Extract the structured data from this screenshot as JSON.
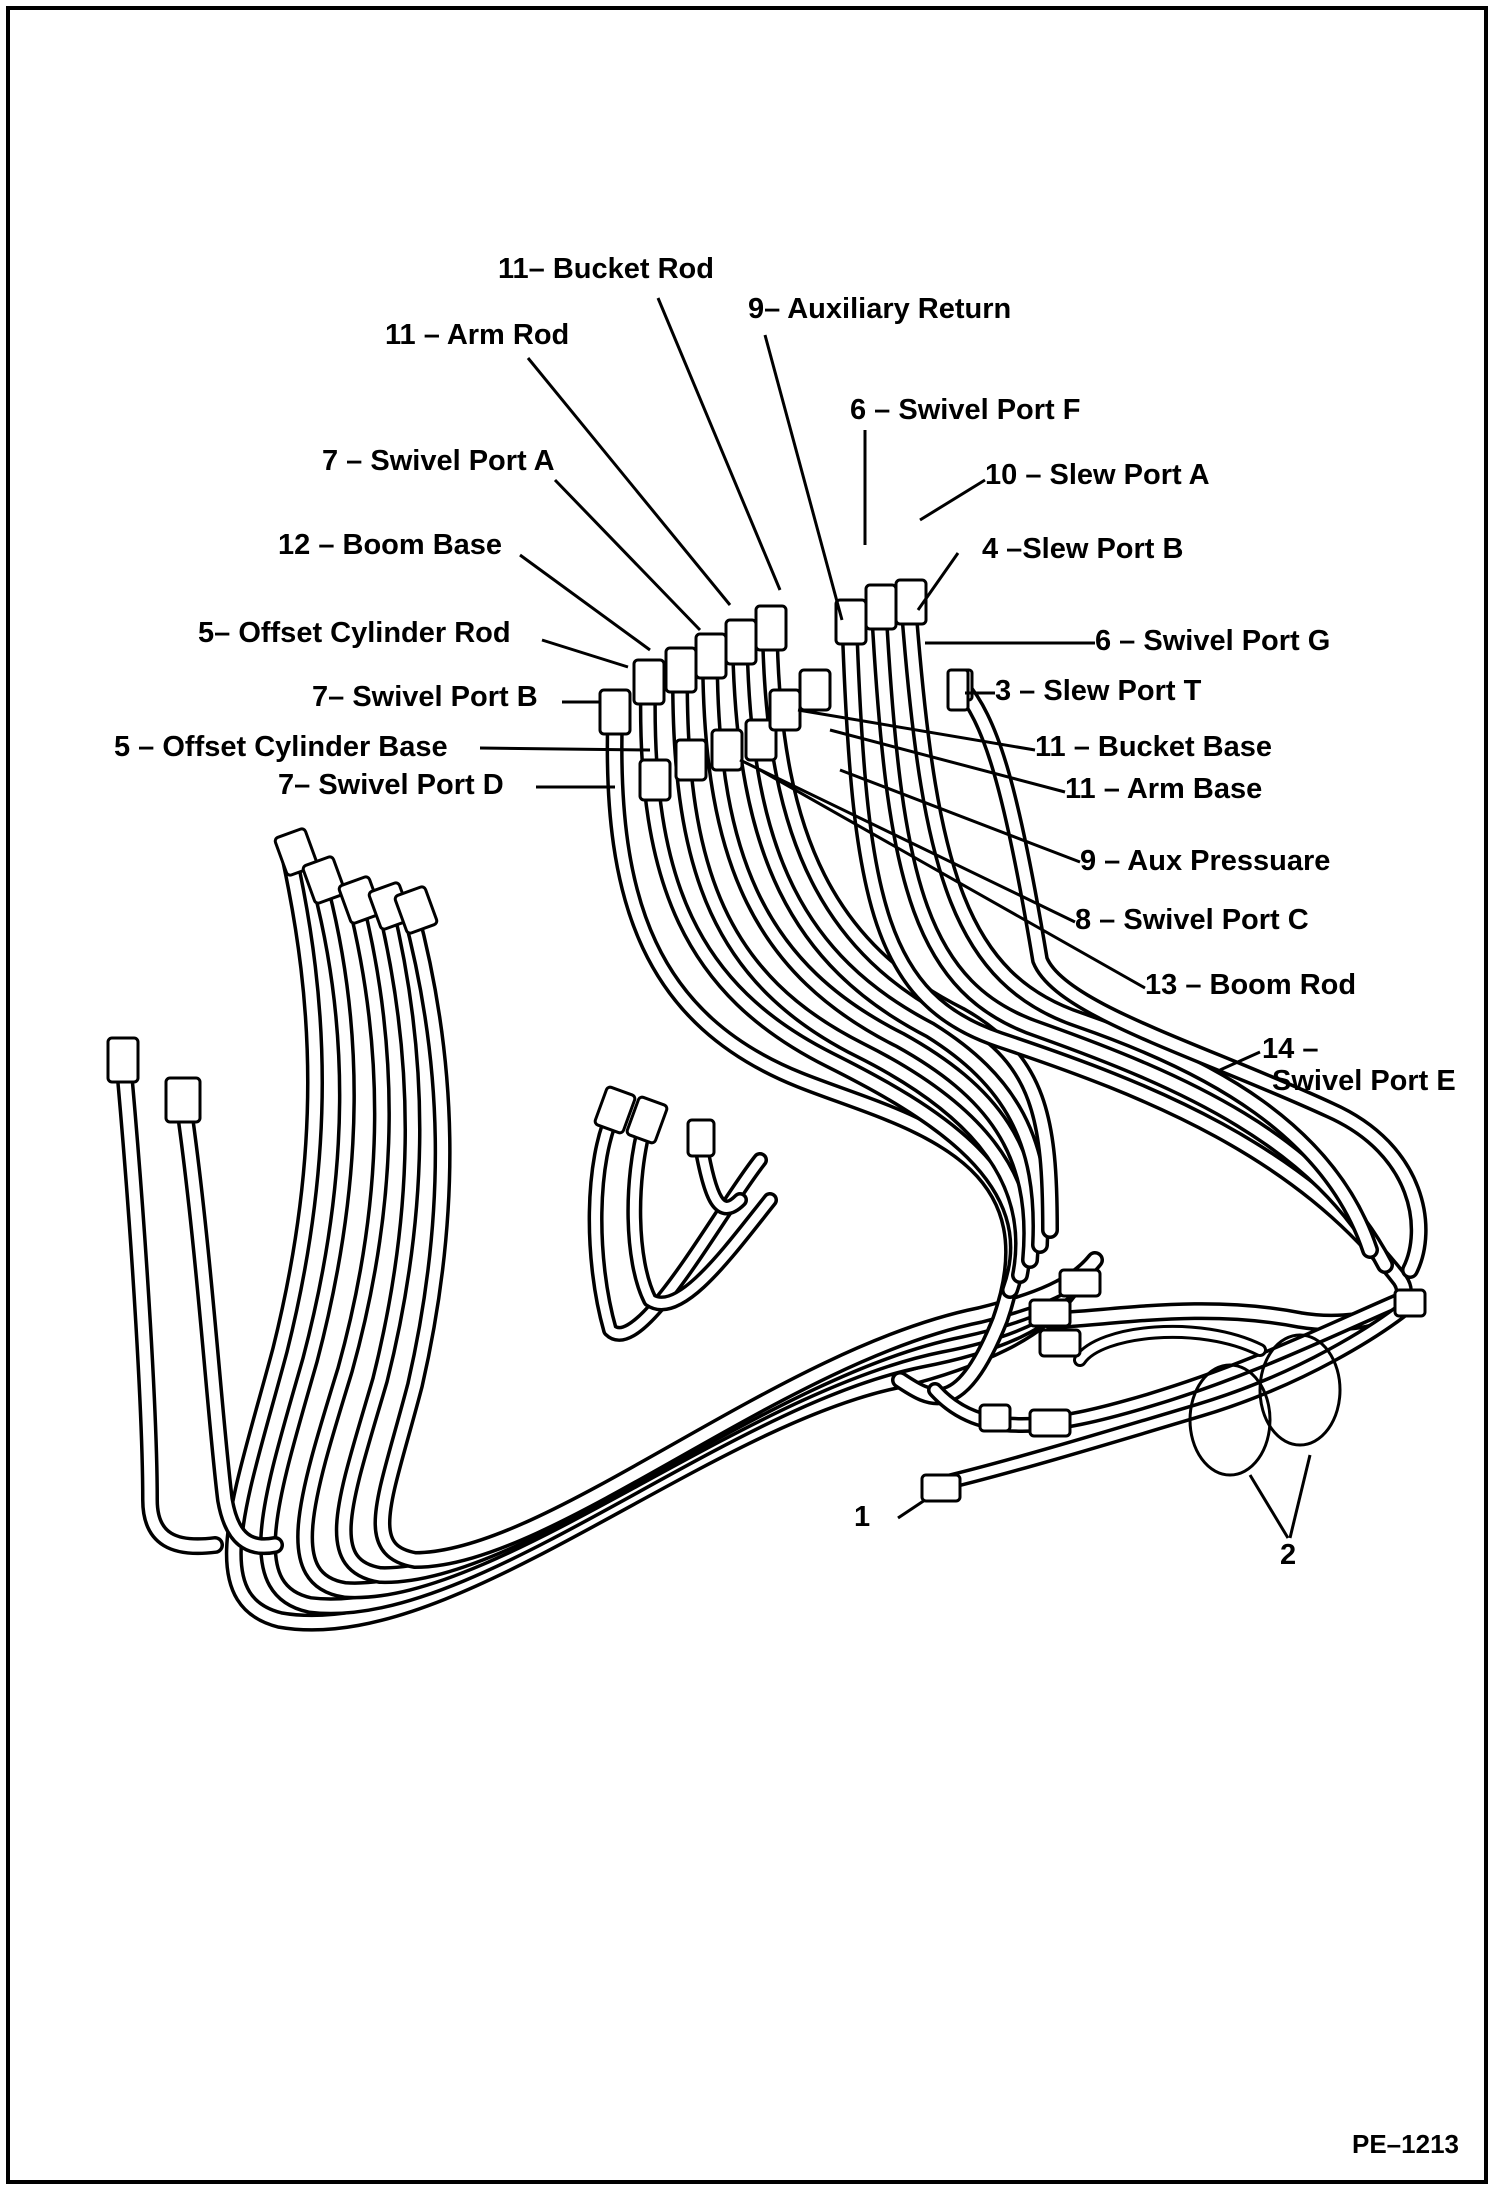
{
  "figure_code": "PE–1213",
  "callouts": [
    "11– Bucket Rod",
    "9– Auxiliary Return",
    "11 – Arm Rod",
    "6  – Swivel Port F",
    "7 – Swivel Port A",
    "10 – Slew Port A",
    "12 – Boom Base",
    "4 –Slew Port B",
    "5– Offset Cylinder Rod",
    "6  – Swivel Port G",
    "7– Swivel Port B",
    "3 – Slew Port T",
    "5 – Offset Cylinder Base",
    "11 – Bucket Base",
    "7– Swivel Port D",
    "11 – Arm Base",
    "9 – Aux Pressuare",
    "8 – Swivel Port C",
    "13 – Boom Rod",
    "14 –",
    "Swivel Port E",
    "1",
    "2"
  ]
}
